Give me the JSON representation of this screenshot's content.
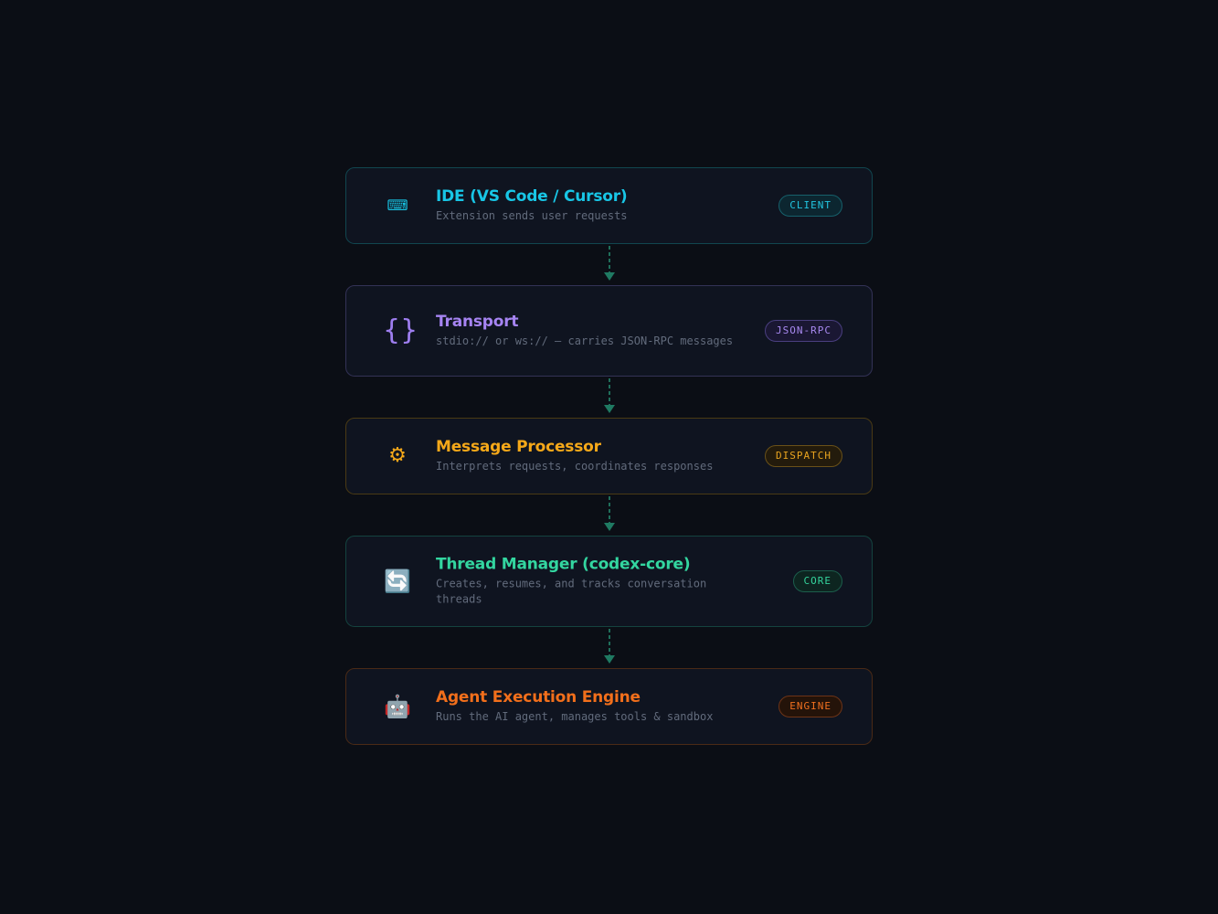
{
  "layers": [
    {
      "icon": "keyboard-icon",
      "icon_glyph": "⌨",
      "title": "IDE (VS Code / Cursor)",
      "description": "Extension sends user requests",
      "badge": "CLIENT",
      "color": "#18c6e6"
    },
    {
      "icon": "braces-icon",
      "icon_glyph": "{}",
      "title": "Transport",
      "description": "stdio:// or ws:// — carries JSON-RPC messages",
      "badge": "JSON-RPC",
      "color": "#a684f2"
    },
    {
      "icon": "gear-icon",
      "icon_glyph": "⚙",
      "title": "Message Processor",
      "description": "Interprets requests, coordinates responses",
      "badge": "DISPATCH",
      "color": "#f5a819"
    },
    {
      "icon": "sync-icon",
      "icon_glyph": "🔄",
      "title": "Thread Manager (codex-core)",
      "description": "Creates, resumes, and tracks conversation threads",
      "badge": "CORE",
      "color": "#33d6a0"
    },
    {
      "icon": "robot-icon",
      "icon_glyph": "🤖",
      "title": "Agent Execution Engine",
      "description": "Runs the AI agent, manages tools & sandbox",
      "badge": "ENGINE",
      "color": "#f26f1b"
    }
  ],
  "connector_color": "#1f6e5a"
}
